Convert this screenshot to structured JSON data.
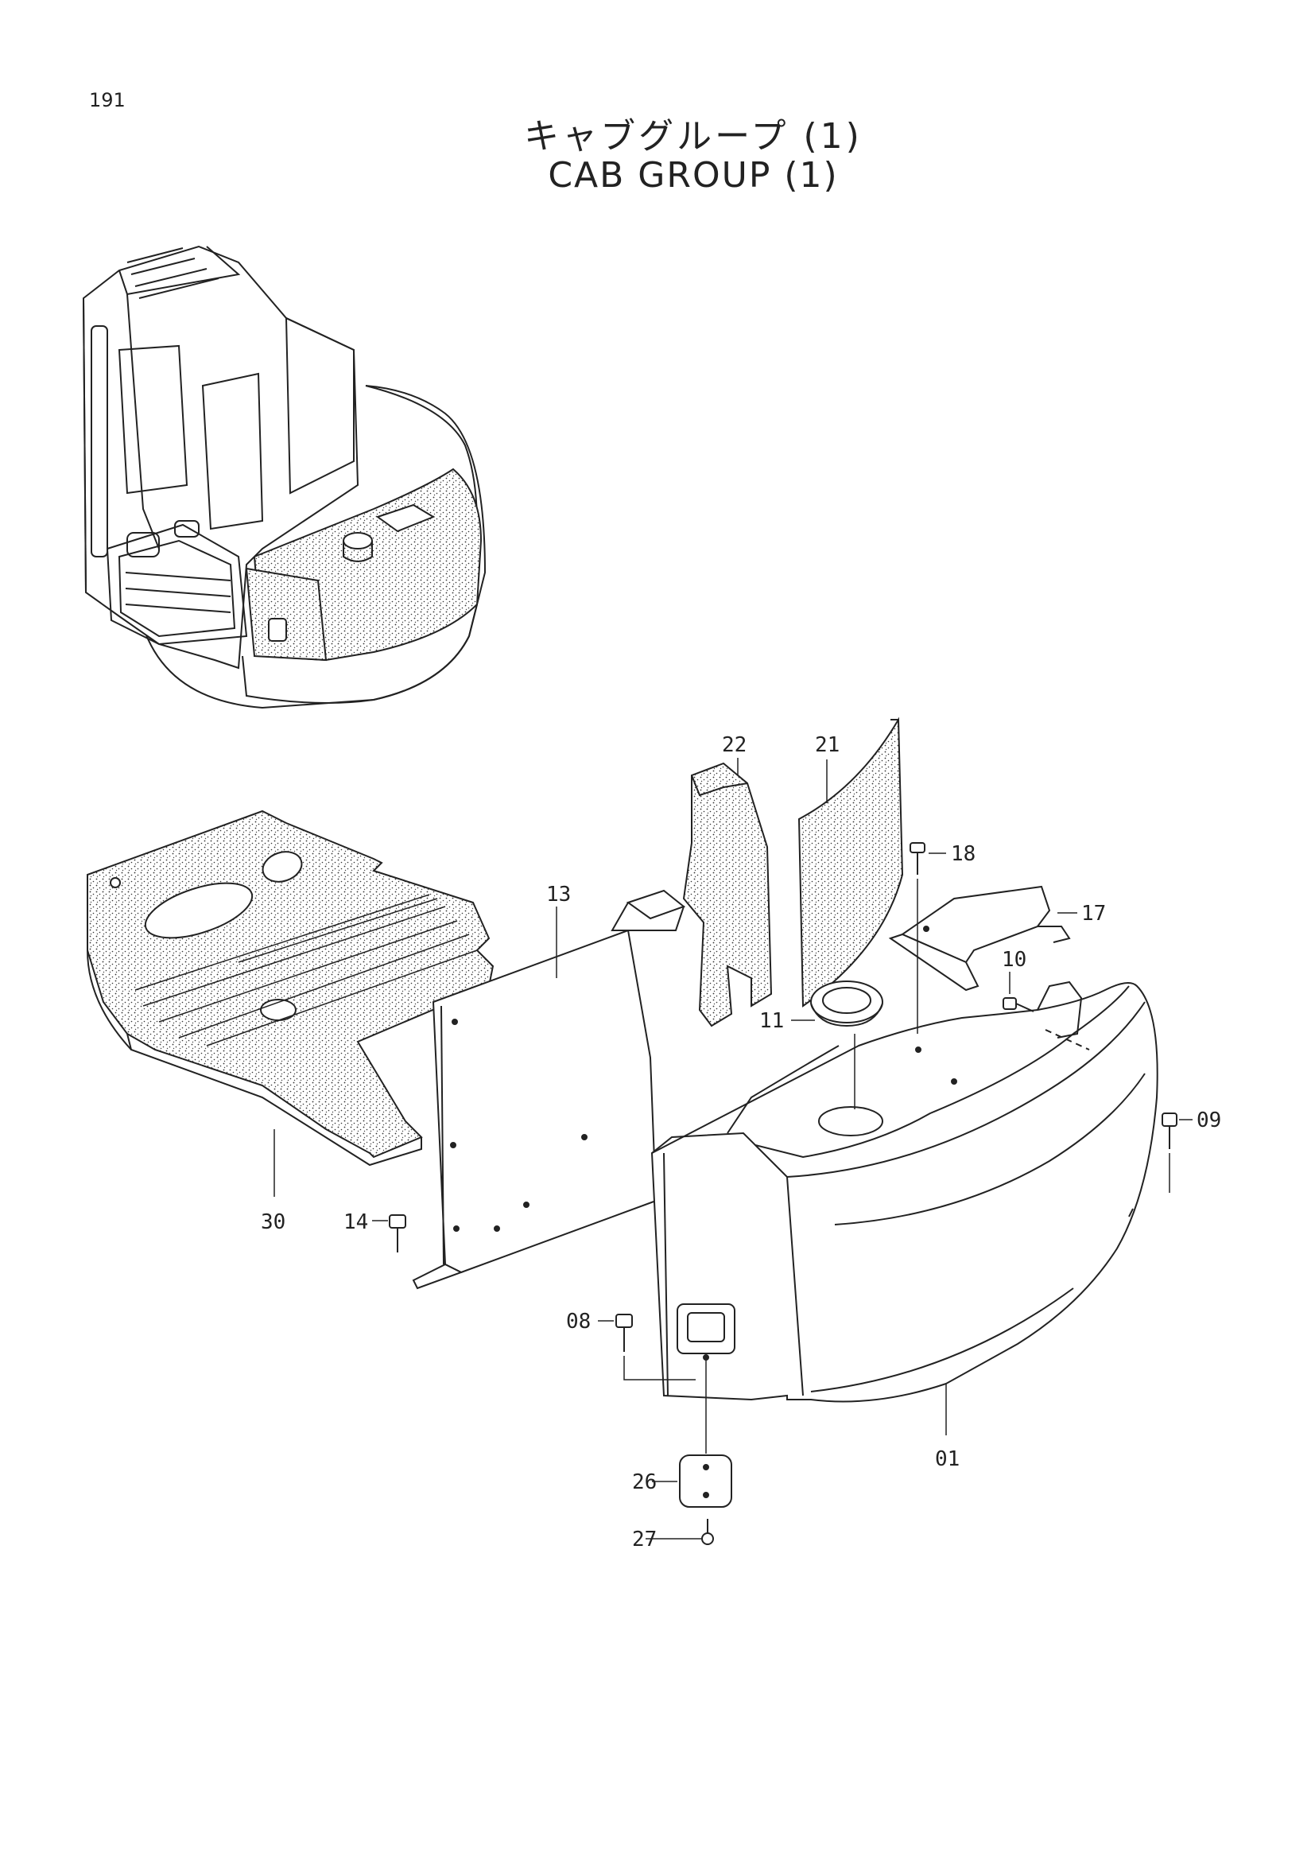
{
  "header": {
    "page_number": "191",
    "title_jp": "キャブグループ (1)",
    "title_en": "CAB GROUP (1)"
  },
  "callouts": {
    "p01": "01",
    "p08": "08",
    "p09": "09",
    "p10": "10",
    "p11": "11",
    "p13": "13",
    "p14": "14",
    "p17": "17",
    "p18": "18",
    "p21": "21",
    "p22": "22",
    "p26": "26",
    "p27": "27",
    "p30": "30"
  }
}
